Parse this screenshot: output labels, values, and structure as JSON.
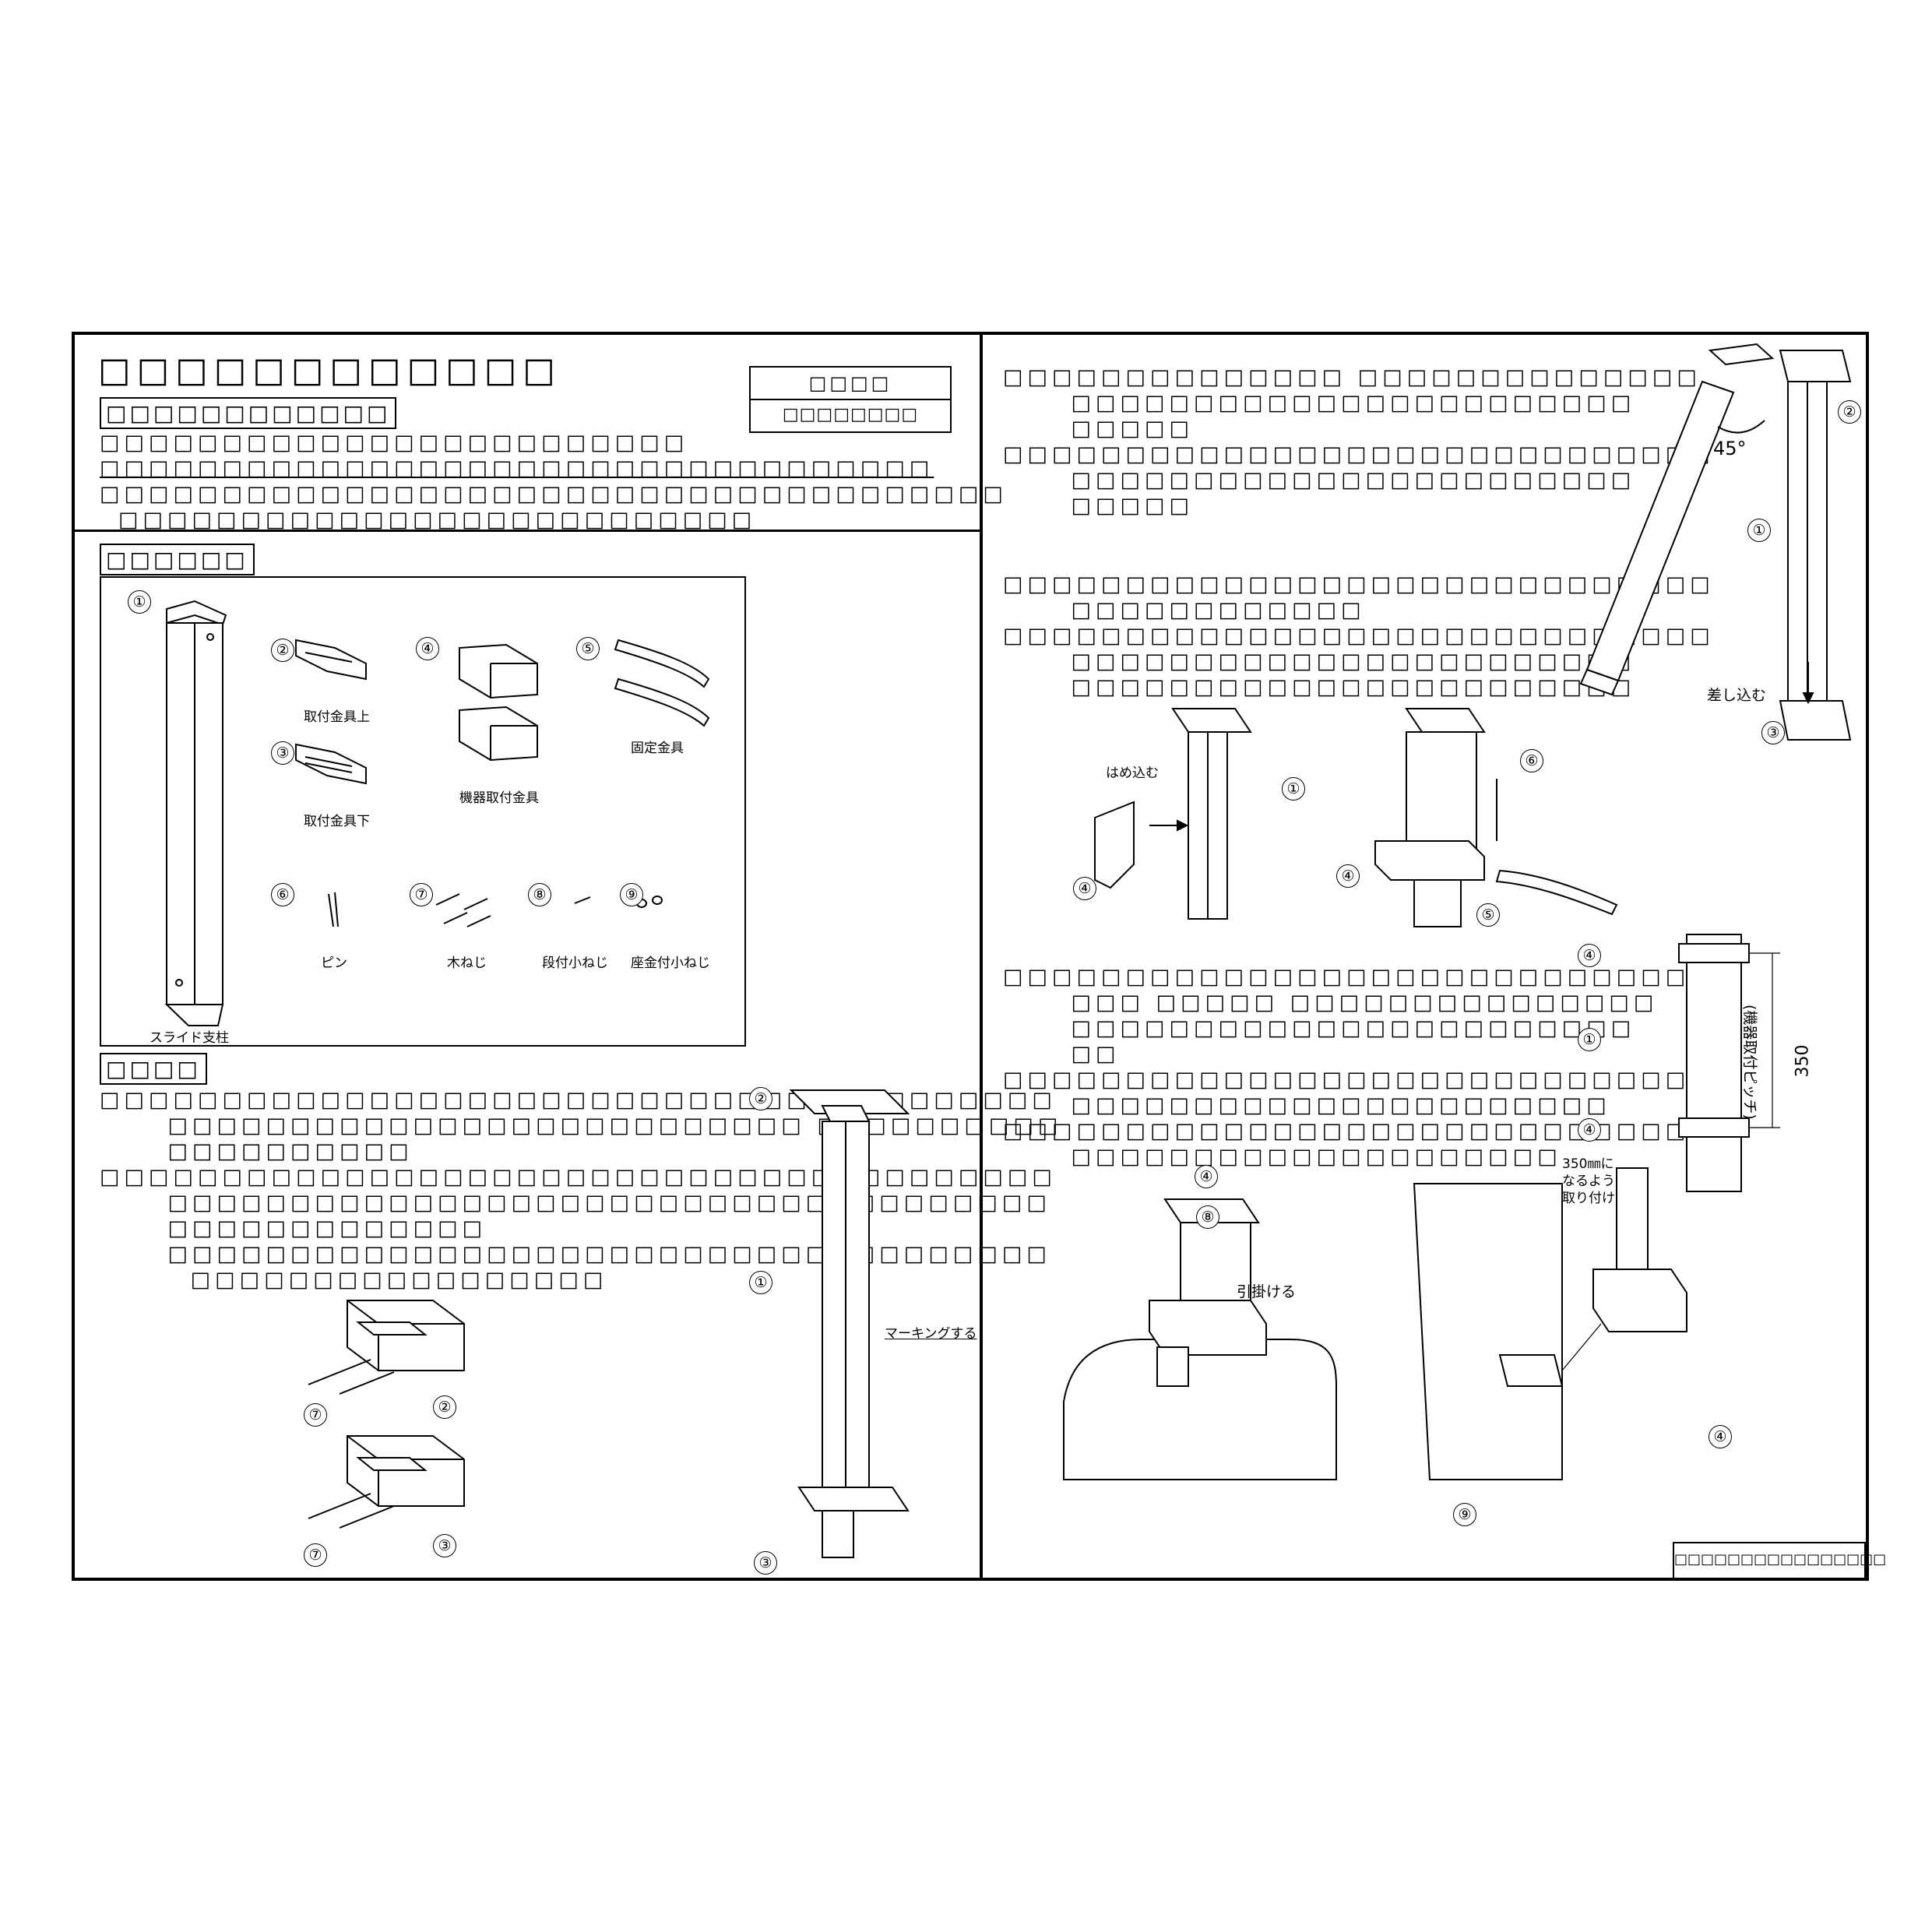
{
  "header": {
    "main_title": "□□□□□□□□□□□□",
    "sub_title": "□□□□□□□□□□□□",
    "notes": [
      "□□□□□□□□□□□□□□□□□□□□□□□□",
      "□□□□□□□□□□□□□□□□□□□□□□□□□□□□□□□□□□",
      "□□□□□□□□□□□□□□□□□□□□□□□□□□□□□□□□□□□□□",
      "□□□□□□□□□□□□□□□□□□□□□□□□□□"
    ],
    "stamp_top": "□□□□",
    "stamp_bottom": "□□□□□□□□"
  },
  "parts": {
    "heading": "□□□□□□",
    "items": [
      {
        "num": "①",
        "label": "スライド支柱"
      },
      {
        "num": "②",
        "label": "取付金具上"
      },
      {
        "num": "③",
        "label": "取付金具下"
      },
      {
        "num": "④",
        "label": "機器取付金具"
      },
      {
        "num": "⑤",
        "label": "固定金具"
      },
      {
        "num": "⑥",
        "label": "ピン"
      },
      {
        "num": "⑦",
        "label": "木ねじ"
      },
      {
        "num": "⑧",
        "label": "段付小ねじ"
      },
      {
        "num": "⑨",
        "label": "座金付小ねじ"
      }
    ]
  },
  "steps_left": {
    "heading": "□□□□",
    "lines": [
      "□□□□□□□□□□□□□□□□□□□□□□□□□□□□□□□□□□□□□□□",
      "      □□□□□□□□□□□□□□□□□□□□□□□□□□ □□□□□□□□□□",
      "      □□□□□□□□□□",
      "□□□□□□□□□□□□□□□□□□□□□□□□□□□□□□□□□□□□□□□",
      "      □□□□□□□□□□□□□□□□□□□□□□□□□□□□□□□□□□□□",
      "      □□□□□□□□□□□□□",
      "      □□□□□□□□□□□□□□□□□□□□□□□□□□□□□□□□□□□□",
      "        □□□□□□□□□□□□□□□□□"
    ],
    "marking_label": "マーキングする"
  },
  "steps_right": {
    "block1": [
      "□□□□□□□□□□□□□□ □□□□□□□□□□□□□□",
      "      □□□□□□□□□□□□□□□□□□□□□□□",
      "      □□□□□",
      "□□□□□□□□□□□□□□□□□□□□□□□□□□□□□",
      "      □□□□□□□□□□□□□□□□□□□□□□□",
      "      □□□□□"
    ],
    "block2": [
      "□□□□□□□□□□□□□□□□□□□□□□□□□□□□□",
      "      □□□□□□□□□□□□",
      "□□□□□□□□□□□□□□□□□□□□□□□□□□□□□",
      "      □□□□□□□□□□□□□□□□□□□□□□□",
      "      □□□□□□□□□□□□□□□□□□□□□□□"
    ],
    "block3": [
      "□□□□□□□□□□□□□□□□□□□□□□□□□□□□□",
      "      □□□ □□□□□ □□□□□□□□□□□□□□□",
      "      □□□□□□□□□□□□□□□□□□□□□□□",
      "      □□",
      "□□□□□□□□□□□□□□□□□□□□□□□□□□□□□",
      "      □□□□□□□□□□□□□□□□□□□□□□",
      "□□□□□□□□□□□□□□□□□□□□□□□□□□□□□",
      "      □□□□□□□□□□□□□□□□□□□□"
    ],
    "angle_label": "45°",
    "insert_label": "差し込む",
    "fit_label": "はめ込む",
    "hang_label": "引掛ける",
    "pitch_value": "350",
    "pitch_label": "(機器取付ピッチ)",
    "pitch_note": [
      "350㎜に",
      "なるように",
      "取り付ける"
    ]
  },
  "footer_code": "□□□□□□□□□□□□□□□□"
}
